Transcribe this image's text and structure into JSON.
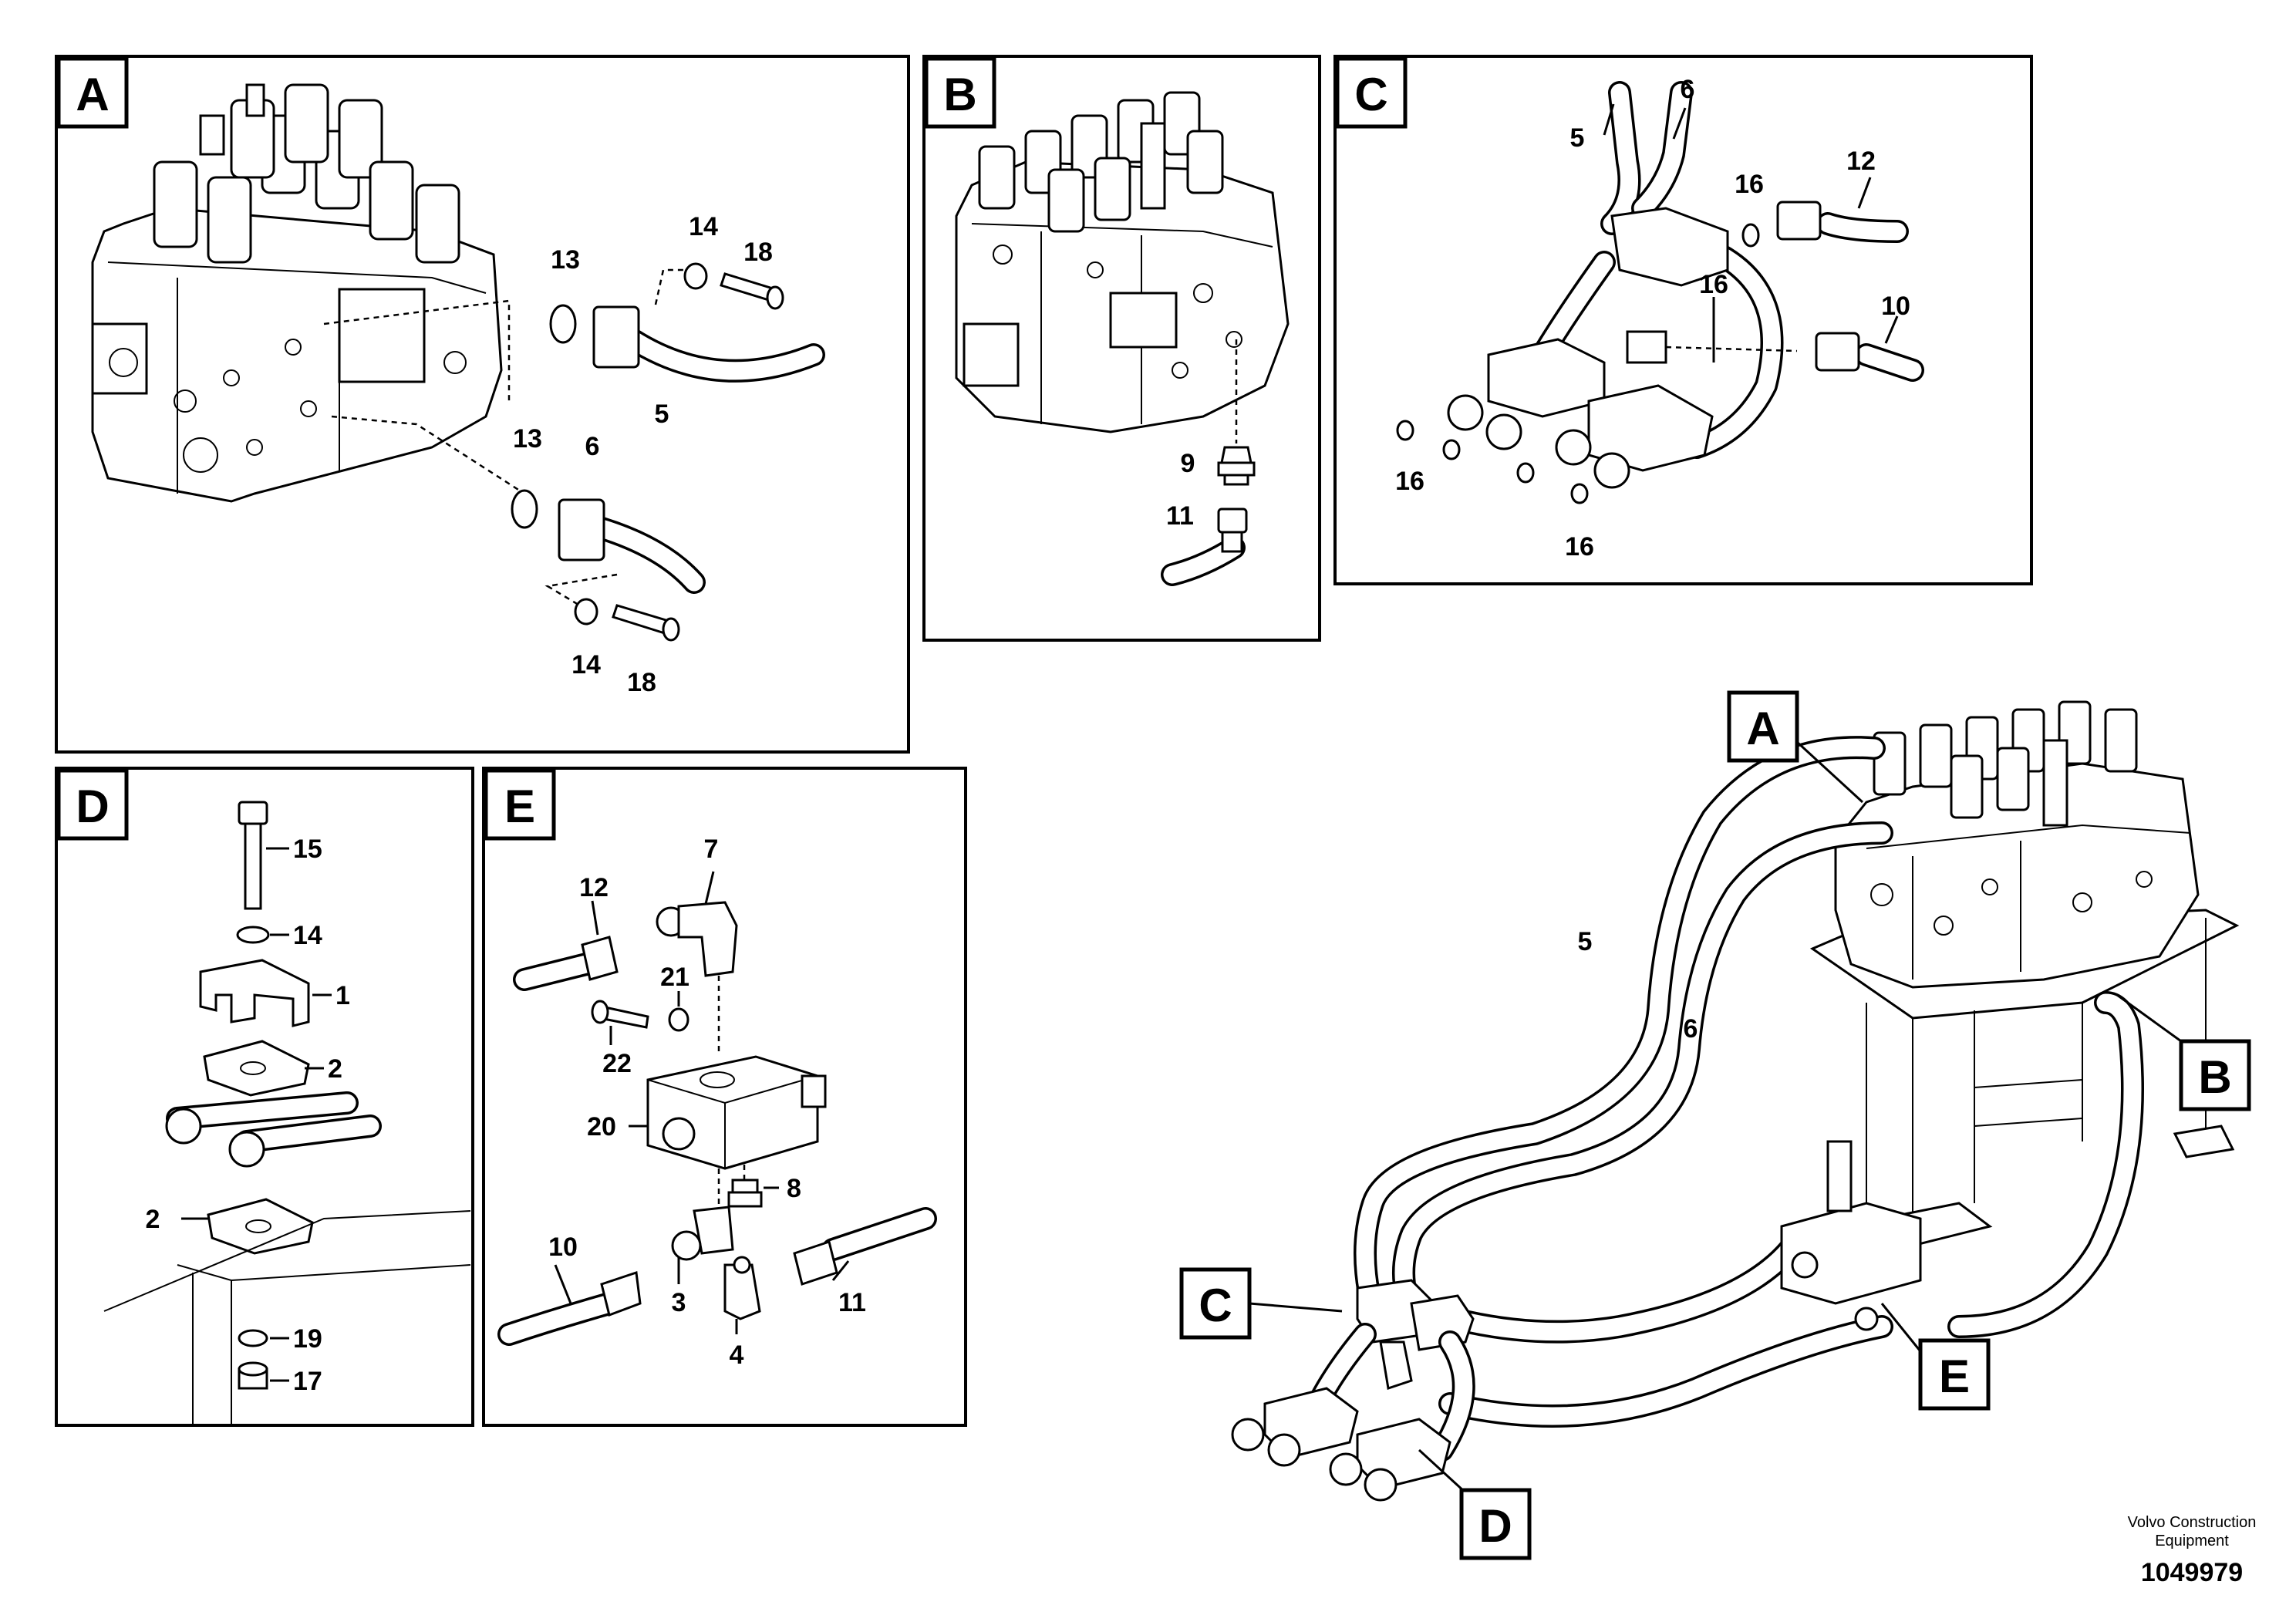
{
  "panels": [
    {
      "id": "A",
      "label": "A"
    },
    {
      "id": "B",
      "label": "B"
    },
    {
      "id": "C",
      "label": "C"
    },
    {
      "id": "D",
      "label": "D"
    },
    {
      "id": "E",
      "label": "E"
    }
  ],
  "callouts": {
    "A": [
      "13",
      "14",
      "18",
      "5",
      "13",
      "6",
      "14",
      "18"
    ],
    "B": [
      "9",
      "11"
    ],
    "C": [
      "6",
      "5",
      "12",
      "16",
      "16",
      "10",
      "16",
      "16"
    ],
    "D": [
      "15",
      "14",
      "1",
      "2",
      "2",
      "19",
      "17"
    ],
    "E": [
      "7",
      "12",
      "21",
      "22",
      "20",
      "8",
      "10",
      "3",
      "4",
      "11"
    ],
    "overview": [
      "5",
      "6"
    ]
  },
  "overview_tags": [
    "A",
    "B",
    "C",
    "D",
    "E"
  ],
  "footer": {
    "brand_line1": "Volvo Construction",
    "brand_line2": "Equipment",
    "drawing_number": "1049979"
  }
}
